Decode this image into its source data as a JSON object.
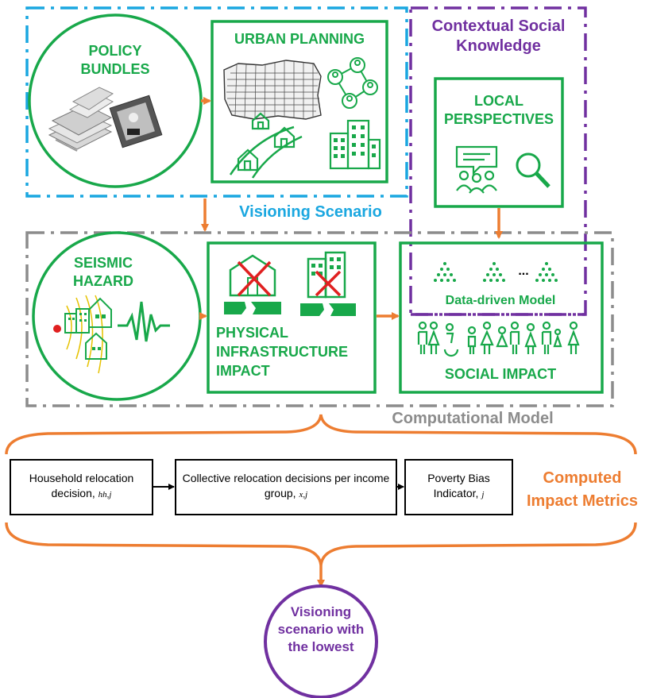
{
  "colors": {
    "green": "#18a84a",
    "blue": "#1aa7e0",
    "purple": "#7030a0",
    "gray": "#8c8c8c",
    "orange": "#ed7d31",
    "red": "#e02020"
  },
  "sections": {
    "visioning_scenario": "Visioning Scenario",
    "contextual_social_knowledge": "Contextual Social Knowledge",
    "computational_model": "Computational Model",
    "computed_impact_metrics": "Computed Impact Metrics"
  },
  "nodes": {
    "policy_bundles": "POLICY BUNDLES",
    "urban_planning": "URBAN PLANNING",
    "local_perspectives": "LOCAL PERSPECTIVES",
    "seismic_hazard": "SEISMIC HAZARD",
    "physical_infrastructure_impact": "PHYSICAL INFRASTRUCTURE IMPACT",
    "data_driven_model": "Data-driven Model",
    "social_impact": "SOCIAL IMPACT",
    "ellipsis": "...",
    "final_result": "Visioning scenario with the lowest"
  },
  "metrics": {
    "household_relocation": "Household relocation decision,",
    "household_subscript": "hh,j",
    "collective_relocation": "Collective relocation decisions per income group,",
    "collective_subscript": "x,j",
    "poverty_bias": "Poverty Bias Indicator,",
    "poverty_subscript": "j"
  },
  "icons": [
    "paper-stack-icon",
    "hand-pen-icon",
    "city-map-icon",
    "network-people-icon",
    "house-icon",
    "road-icon",
    "buildings-icon",
    "speech-group-icon",
    "magnifier-icon",
    "seismic-buildings-icon",
    "seismograph-icon",
    "damaged-house-icon",
    "damaged-building-icon",
    "tree-model-icon",
    "people-group-icon"
  ]
}
